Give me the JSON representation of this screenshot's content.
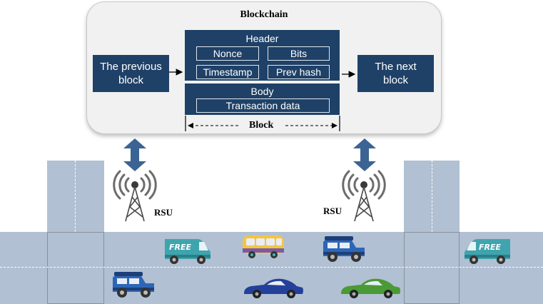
{
  "diagram": {
    "title": "Blockchain",
    "previous_block": "The previous\nblock",
    "next_block": "The next\nblock",
    "header_label": "Header",
    "header_fields": [
      "Nonce",
      "Bits",
      "Timestamp",
      "Prev hash"
    ],
    "body_label": "Body",
    "body_field": "Transaction data",
    "block_label": "Block",
    "rsu_labels": [
      "RSU",
      "RSU"
    ],
    "van_text_left": "FREE",
    "van_text_right": "FREE"
  },
  "colors": {
    "navy": "#1f4167",
    "road": "#b1c0d3",
    "arrow_blue": "#3b6494",
    "van_teal": "#3fa4ad",
    "jeep_blue": "#2c66b8",
    "car_navy": "#24409a",
    "car_green": "#4a9a35",
    "bus_yellow": "#f3c542"
  }
}
